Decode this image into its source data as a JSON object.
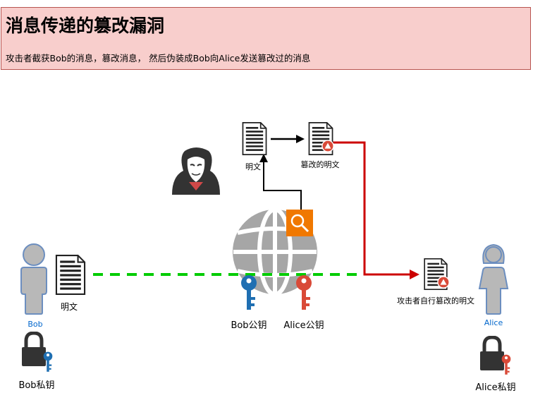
{
  "header": {
    "title": "消息传递的篡改漏洞",
    "subtitle": "攻击者截获Bob的消息，篡改消息， 然后伪装成Bob向Alice发送篡改过的消息"
  },
  "nodes": {
    "bob_doc_label": "明文",
    "bob_name": "Bob",
    "bob_private_key_label": "Bob私钥",
    "bob_public_key_label": "Bob公钥",
    "alice_public_key_label": "Alice公钥",
    "alice_name": "Alice",
    "alice_private_key_label": "Alice私钥",
    "intercepted_doc_label": "明文",
    "tampered_doc_label": "篡改的明文",
    "delivered_doc_label": "攻击者自行篡改的明文"
  },
  "colors": {
    "banner_fill": "#f8cecc",
    "banner_border": "#b85450",
    "dashed_link": "#00cc00",
    "tamper_path": "#cc0000",
    "bob_key": "#1f6fb2",
    "alice_key": "#d94a38",
    "person": "#b8b8b8",
    "globe": "#a6a6a6",
    "hacker": "#333333",
    "search_badge": "#f07800",
    "name_label": "#0066cc"
  },
  "icons": {
    "attacker": "anonymous-hacker-icon",
    "network": "globe-icon",
    "interception": "magnifier-search-icon",
    "document": "document-icon",
    "lock": "padlock-icon",
    "key": "key-icon",
    "warning": "warning-badge-icon"
  }
}
